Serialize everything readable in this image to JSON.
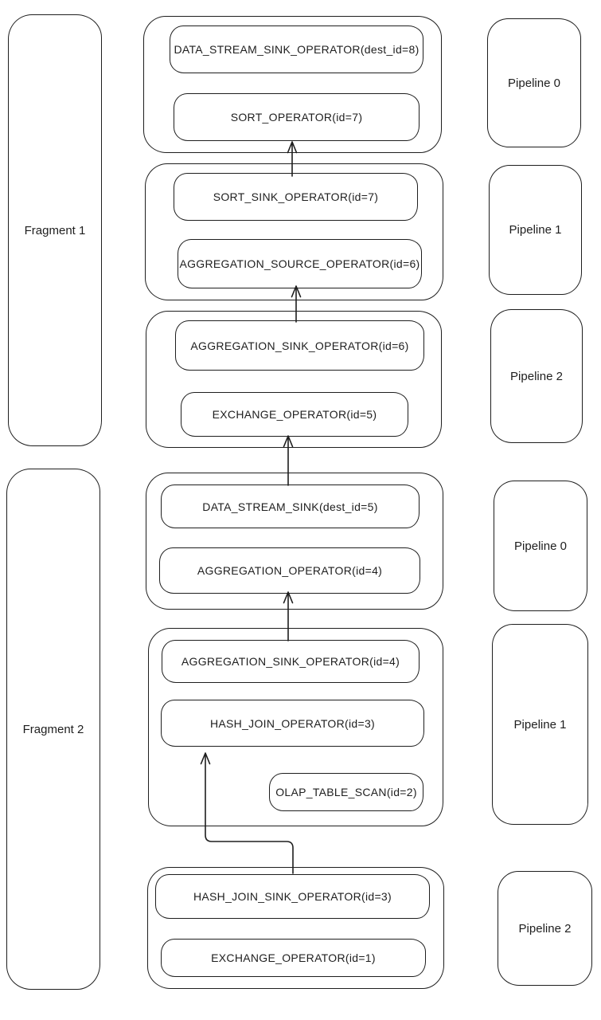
{
  "diagram": {
    "colors": {
      "stroke": "#1e1e1e",
      "background": "#ffffff"
    },
    "fragments": [
      {
        "label": "Fragment 1"
      },
      {
        "label": "Fragment 2"
      }
    ],
    "pipelines": [
      {
        "label": "Pipeline 0"
      },
      {
        "label": "Pipeline 1"
      },
      {
        "label": "Pipeline 2"
      },
      {
        "label": "Pipeline 0"
      },
      {
        "label": "Pipeline 1"
      },
      {
        "label": "Pipeline 2"
      }
    ],
    "groups": [
      {
        "operators": [
          "DATA_STREAM_SINK_OPERATOR(dest_id=8)",
          "SORT_OPERATOR(id=7)"
        ]
      },
      {
        "operators": [
          "SORT_SINK_OPERATOR(id=7)",
          "AGGREGATION_SOURCE_OPERATOR(id=6)"
        ]
      },
      {
        "operators": [
          "AGGREGATION_SINK_OPERATOR(id=6)",
          "EXCHANGE_OPERATOR(id=5)"
        ]
      },
      {
        "operators": [
          "DATA_STREAM_SINK(dest_id=5)",
          "AGGREGATION_OPERATOR(id=4)"
        ]
      },
      {
        "operators": [
          "AGGREGATION_SINK_OPERATOR(id=4)",
          "HASH_JOIN_OPERATOR(id=3)",
          "OLAP_TABLE_SCAN(id=2)"
        ]
      },
      {
        "operators": [
          "HASH_JOIN_SINK_OPERATOR(id=3)",
          "EXCHANGE_OPERATOR(id=1)"
        ]
      }
    ]
  }
}
